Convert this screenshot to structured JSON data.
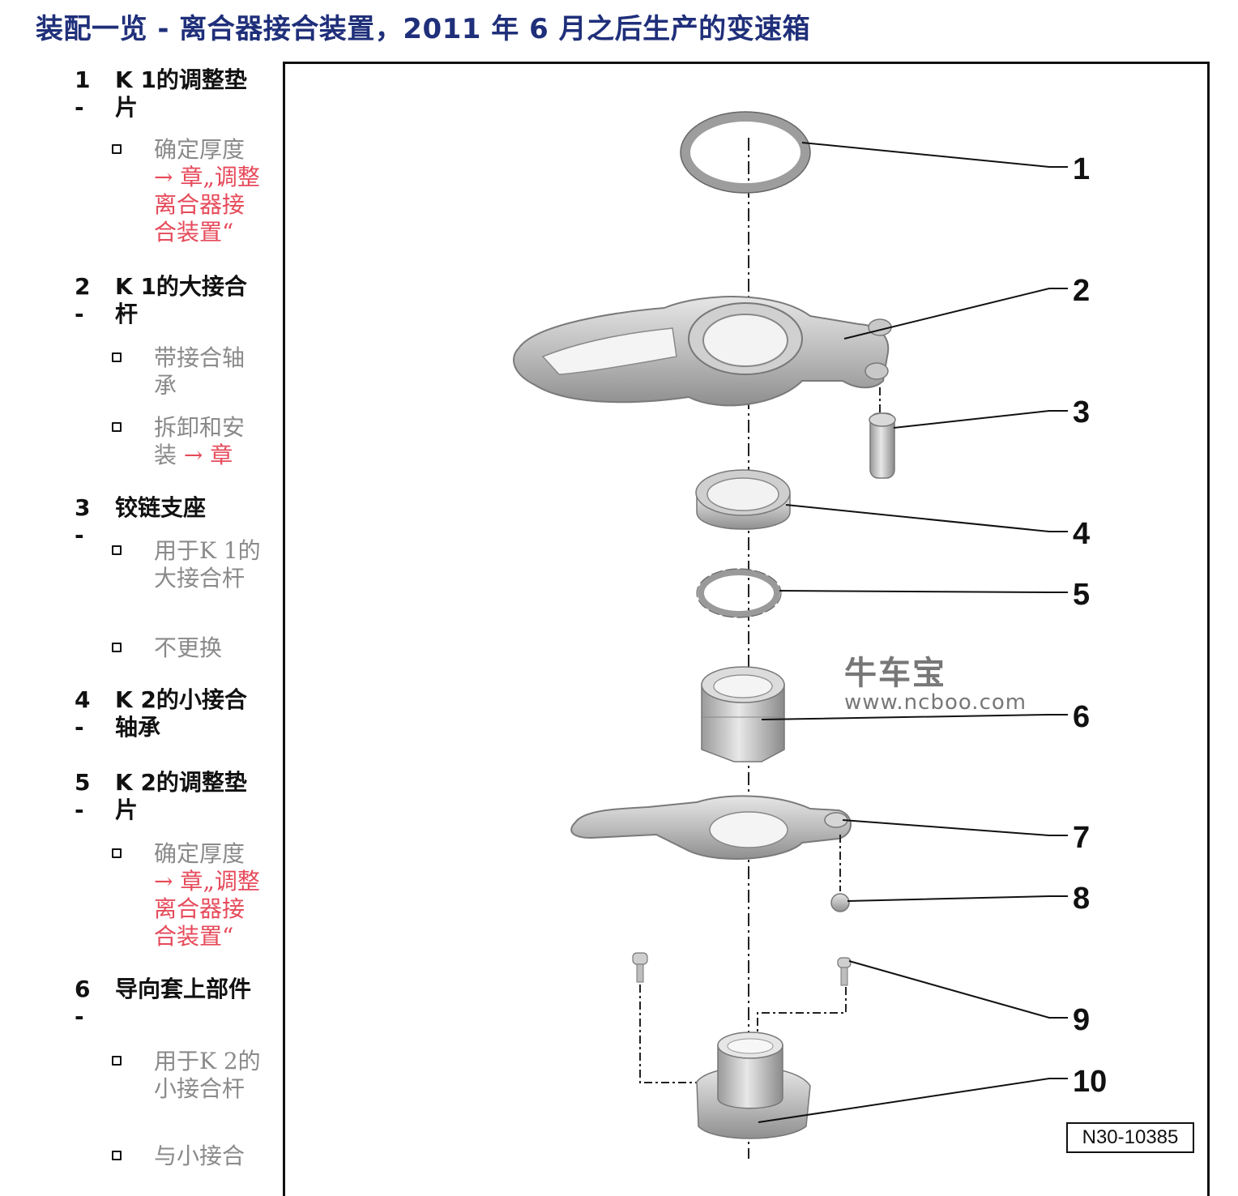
{
  "title": "装配一览 - 离合器接合装置，2011 年 6 月之后生产的变速箱",
  "legend": [
    {
      "num": "1 -",
      "name": "K 1的调整垫片",
      "notes": [
        {
          "text": "确定厚度 ",
          "ref": "→ 章„调整离合器接合装置“"
        }
      ]
    },
    {
      "num": "2 -",
      "name": "K 1的大接合杆",
      "notes": [
        {
          "text": "带接合轴承",
          "ref": ""
        },
        {
          "text": "拆卸和安装 ",
          "ref": "→ 章"
        }
      ]
    },
    {
      "num": "3 -",
      "name": "铰链支座",
      "notes": [
        {
          "text": "用于K 1的大接合杆",
          "ref": ""
        },
        {
          "text": "不更换",
          "ref": ""
        }
      ]
    },
    {
      "num": "4 -",
      "name": "K 2的小接合轴承",
      "notes": []
    },
    {
      "num": "5 -",
      "name": "K 2的调整垫片",
      "notes": [
        {
          "text": "确定厚度 ",
          "ref": "→ 章„调整离合器接合装置“"
        }
      ]
    },
    {
      "num": "6 -",
      "name": "导向套上部件",
      "notes": [
        {
          "text": "用于K 2的小接合杆",
          "ref": ""
        },
        {
          "text": "与小接合",
          "ref": ""
        }
      ]
    }
  ],
  "callouts": [
    "1",
    "2",
    "3",
    "4",
    "5",
    "6",
    "7",
    "8",
    "9",
    "10"
  ],
  "watermark": {
    "cn": "牛车宝",
    "url": "www.ncboo.com"
  },
  "figure_ref": "N30-10385"
}
